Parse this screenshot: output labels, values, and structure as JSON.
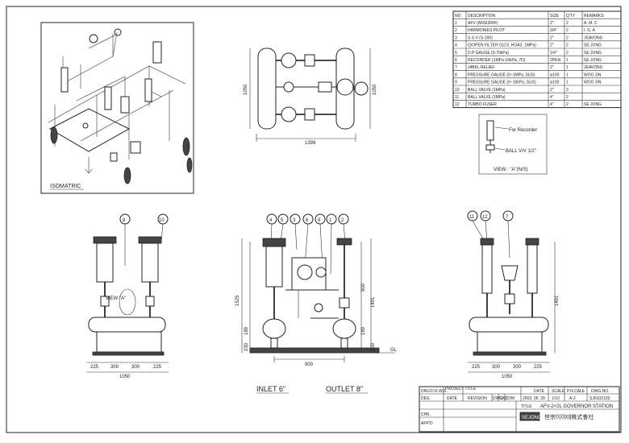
{
  "parts_table": {
    "headers": [
      "NO",
      "DESCRIPTION",
      "SIZE",
      "Q'TY",
      "REMARKS"
    ],
    "rows": [
      [
        "1",
        "AFV (ANSI300#)",
        "2\"",
        "2",
        "A. M. C"
      ],
      [
        "2",
        "HARMONIES PILOT",
        "3/4\"",
        "2",
        "I. G. A"
      ],
      [
        "3",
        "S.S.V (S-100)",
        "2\"",
        "2",
        "JEAVONS"
      ],
      [
        "4",
        "Q/OPEN FILTER (S2.0, HOA3, 1MPa)",
        "2\"",
        "2",
        "SE JONG"
      ],
      [
        "5",
        "D.P GAUGE (0-70kPa)",
        "1/4\"",
        "2",
        "SE JONG"
      ],
      [
        "6",
        "RECORDER (1MPa-10kPa, 7D)",
        "2PEN",
        "1",
        "SE JONG"
      ],
      [
        "7",
        "J4BKL RELIEF",
        "2\"",
        "1",
        "JEAVONS"
      ],
      [
        "8",
        "PRESSURE GAUGE (0~1MPa, SUS)",
        "ø100",
        "1",
        "WOO JIN"
      ],
      [
        "9",
        "PRESSURE GAUGE (0~10kPa, SUS)",
        "ø100",
        "1",
        "WOO JIN"
      ],
      [
        "10",
        "BALL VALVE (1MPa)",
        "2\"",
        "3",
        ""
      ],
      [
        "11",
        "BALL VALVE (1MPa)",
        "4\"",
        "2",
        ""
      ],
      [
        "12",
        "TURBO FUSER",
        "4\"",
        "2",
        "SE JONG"
      ]
    ]
  },
  "isometric": {
    "label": "ISOMATRIC"
  },
  "view_a": {
    "for_recorder": "For Recorder",
    "ball_valve": "BALL V/V 1/2\"",
    "title": "VIEW : \"A\"(N/S)"
  },
  "top_view": {
    "dim_width": "1399",
    "dim_left": "1050",
    "dim_right": "1050"
  },
  "left_view": {
    "balloons": [
      "8",
      "10"
    ],
    "view_label": "VIEW \"A\"",
    "dims": [
      "225",
      "300",
      "300",
      "225"
    ],
    "dim_total": "1050"
  },
  "front_view": {
    "balloons": [
      "4",
      "5",
      "3",
      "6",
      "9",
      "1",
      "2"
    ],
    "dim_height": "1525",
    "dim_189": "189",
    "dim_230": "230",
    "dim_900h": "900",
    "dim_1491": "1491",
    "dim_189r": "189",
    "dim_200": "200",
    "gl": "GL",
    "dim_900w": "900",
    "inlet": "INLET 6\"",
    "outlet": "OUTLET 8\""
  },
  "right_view": {
    "balloons": [
      "11",
      "12",
      "7"
    ],
    "dim_1491": "1491",
    "dims": [
      "225",
      "300",
      "300",
      "225"
    ],
    "dim_total": "1050"
  },
  "title_block": {
    "row1": [
      "DRG'D R.W.S.",
      "PROJECT TITLE",
      "",
      "DATE",
      "SCALE",
      "P.N.CALE",
      "DWG.NO."
    ],
    "row1_vals": [
      "",
      "",
      "·",
      "2003. 05. 29",
      "1/10",
      "A-2",
      "SJ0102103"
    ],
    "row2": [
      "DES.",
      "DATE",
      "REVISION",
      "DWG",
      "CKD",
      "CHK"
    ],
    "title_label": "TITLE",
    "title_value": "AFV-2×2L GOVERNOR STATION",
    "chk_label": "CHK.",
    "appd_label": "APP'D",
    "company": "世宗이이테株式會社",
    "logo": "SEJONG"
  }
}
